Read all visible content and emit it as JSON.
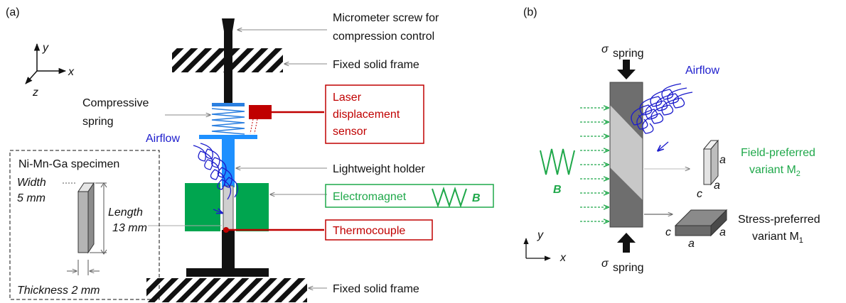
{
  "panel_a": {
    "label": "(a)",
    "axes": {
      "y": "y",
      "x": "x",
      "z": "z"
    },
    "micrometer": {
      "line1": "Micrometer screw for",
      "line2": "compression control"
    },
    "fixed_frame_top": "Fixed solid frame",
    "spring": {
      "line1": "Compressive",
      "line2": "spring"
    },
    "airflow": "Airflow",
    "laser": {
      "line1": "Laser",
      "line2": "displacement",
      "line3": "sensor"
    },
    "holder": "Lightweight holder",
    "electromagnet": "Electromagnet",
    "field_symbol": "B",
    "thermocouple": "Thermocouple",
    "fixed_frame_bottom": "Fixed solid frame",
    "specimen": {
      "title": "Ni-Mn-Ga specimen",
      "width_label": "Width",
      "width_value": "5 mm",
      "length_label": "Length",
      "length_value": "13 mm",
      "thickness": "Thickness 2 mm"
    }
  },
  "panel_b": {
    "label": "(b)",
    "sigma_symbol": "σ",
    "sigma_sub": "spring",
    "airflow": "Airflow",
    "field_symbol": "B",
    "field_preferred": {
      "line1": "Field-preferred",
      "line2": "variant M",
      "sub": "2"
    },
    "stress_preferred": {
      "line1": "Stress-preferred",
      "line2": "variant M",
      "sub": "1"
    },
    "dim_a": "a",
    "dim_c": "c",
    "axes": {
      "y": "y",
      "x": "x"
    }
  },
  "colors": {
    "airflow": "#1c1ccc",
    "field": "#1fa84a",
    "laser": "#c00000",
    "electromagnet": "#00a54f",
    "holder": "#1e90ff",
    "frame": "#111111"
  }
}
